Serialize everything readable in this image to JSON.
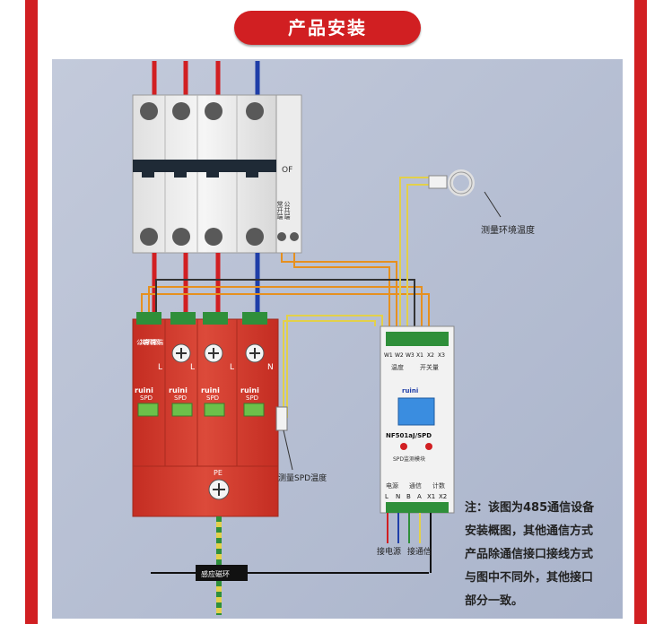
{
  "title": "产品安装",
  "breaker": {
    "label_of": "OF",
    "aux_terminal": "公共端",
    "aux_terminal2": "常开端"
  },
  "spd": {
    "aux_label": "公共端 常开端 常闭端",
    "pole_labels": [
      "L",
      "L",
      "L",
      "N"
    ],
    "brand": "ruini",
    "spd_text": "SPD",
    "pe_label": "PE"
  },
  "module": {
    "top_terminals": [
      "W1",
      "W2",
      "W3",
      "X1",
      "X2",
      "X3"
    ],
    "top_group_labels": [
      "温度",
      "开关量"
    ],
    "brand": "ruini",
    "model": "NF501aJ/SPD",
    "sub_label": "SPD监测模块",
    "bottom_group_labels": [
      "电源",
      "通信",
      "计数"
    ],
    "bottom_terminals": [
      "L",
      "N",
      "B",
      "A",
      "X1",
      "X2"
    ]
  },
  "annotations": {
    "env_temp": "测量环境温度",
    "spd_temp": "测量SPD温度",
    "ring": "感应磁环",
    "power": "接电源",
    "comm": "接通信"
  },
  "note_lines": [
    "注：该图为485通信设备",
    "安装概图，其他通信方式",
    "产品除通信接口接线方式",
    "与图中不同外，其他接口",
    "部分一致。"
  ],
  "colors": {
    "red": "#d11f22",
    "background_panel": "#b9c2d6",
    "spd_red": "#d0392c",
    "neutral_blue": "#1f3ea8",
    "wire_orange": "#e6901f",
    "wire_yellow": "#e3d04a"
  }
}
